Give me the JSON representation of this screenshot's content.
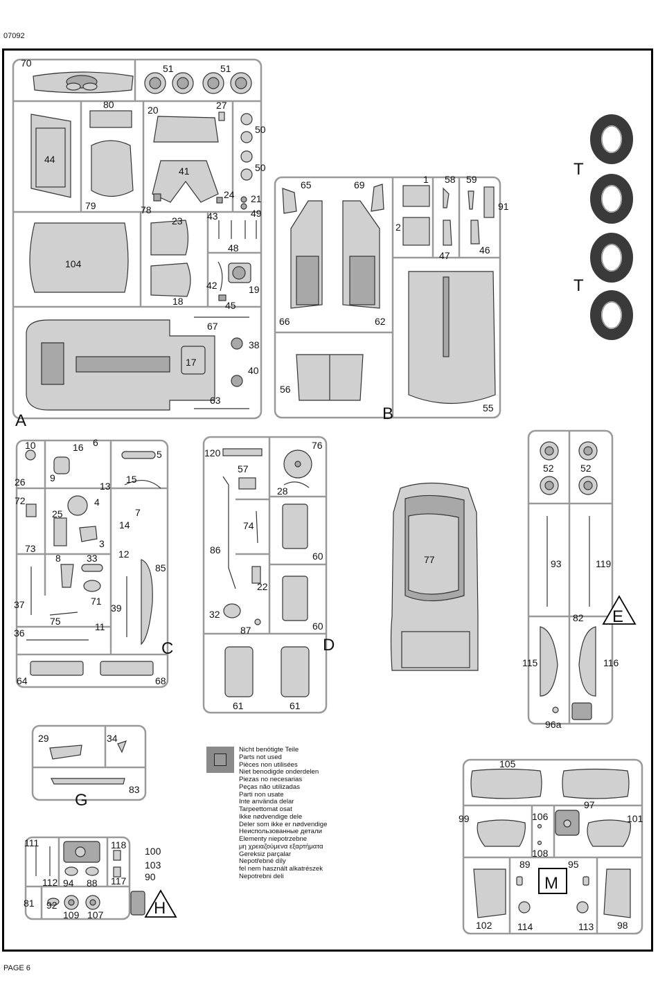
{
  "header": {
    "code": "07092"
  },
  "footer": {
    "page": "PAGE 6"
  },
  "sprues": [
    {
      "letter": "A",
      "part_numbers": [
        "70",
        "51",
        "51",
        "80",
        "20",
        "27",
        "50",
        "50",
        "44",
        "41",
        "79",
        "78",
        "24",
        "21",
        "43",
        "49",
        "23",
        "104",
        "48",
        "42",
        "19",
        "18",
        "45",
        "67",
        "38",
        "17",
        "40",
        "63"
      ]
    },
    {
      "letter": "B",
      "part_numbers": [
        "65",
        "69",
        "1",
        "58",
        "59",
        "91",
        "2",
        "47",
        "46",
        "66",
        "62",
        "56",
        "55"
      ]
    },
    {
      "letter": "C",
      "part_numbers": [
        "10",
        "16",
        "6",
        "5",
        "26",
        "9",
        "13",
        "15",
        "72",
        "4",
        "25",
        "7",
        "73",
        "3",
        "14",
        "8",
        "33",
        "12",
        "85",
        "71",
        "37",
        "39",
        "75",
        "36",
        "11",
        "64",
        "68"
      ]
    },
    {
      "letter": "D",
      "part_numbers": [
        "120",
        "76",
        "57",
        "28",
        "74",
        "86",
        "60",
        "22",
        "32",
        "87",
        "60",
        "61",
        "61"
      ]
    },
    {
      "letter": "E",
      "part_numbers": [
        "52",
        "52",
        "93",
        "119",
        "82",
        "115",
        "116",
        "96a"
      ]
    },
    {
      "letter": "G",
      "part_numbers": [
        "29",
        "34",
        "83"
      ]
    },
    {
      "letter": "H",
      "part_numbers": [
        "111",
        "118",
        "100",
        "103",
        "90",
        "112",
        "94",
        "88",
        "117",
        "81",
        "92",
        "109",
        "107"
      ]
    },
    {
      "letter": "M",
      "part_numbers": [
        "105",
        "97",
        "99",
        "106",
        "101",
        "108",
        "89",
        "95",
        "102",
        "114",
        "113",
        "98"
      ]
    },
    {
      "letter": "T",
      "part_numbers": []
    }
  ],
  "loose_part": "77",
  "legend": {
    "lines": [
      "Nicht benötigte Teile",
      "Parts not used",
      "Pièces non utilisées",
      "Niet benodigde onderdelen",
      "Piezas no necesarias",
      "Peças não utilizadas",
      "Parti non usate",
      "Inte använda delar",
      "Tarpeettomat osat",
      "Ikke nødvendige dele",
      "Deler som ikke er nødvendige",
      "Неиспользованные детали",
      "Elementy niepotrzebne",
      "μη χρειαζούμενα εξαρτήματα",
      "Gereksiz parçalar",
      "Nepotřebné díly",
      "fel nem használt alkatrészek",
      "Nepotrebni deli"
    ]
  }
}
